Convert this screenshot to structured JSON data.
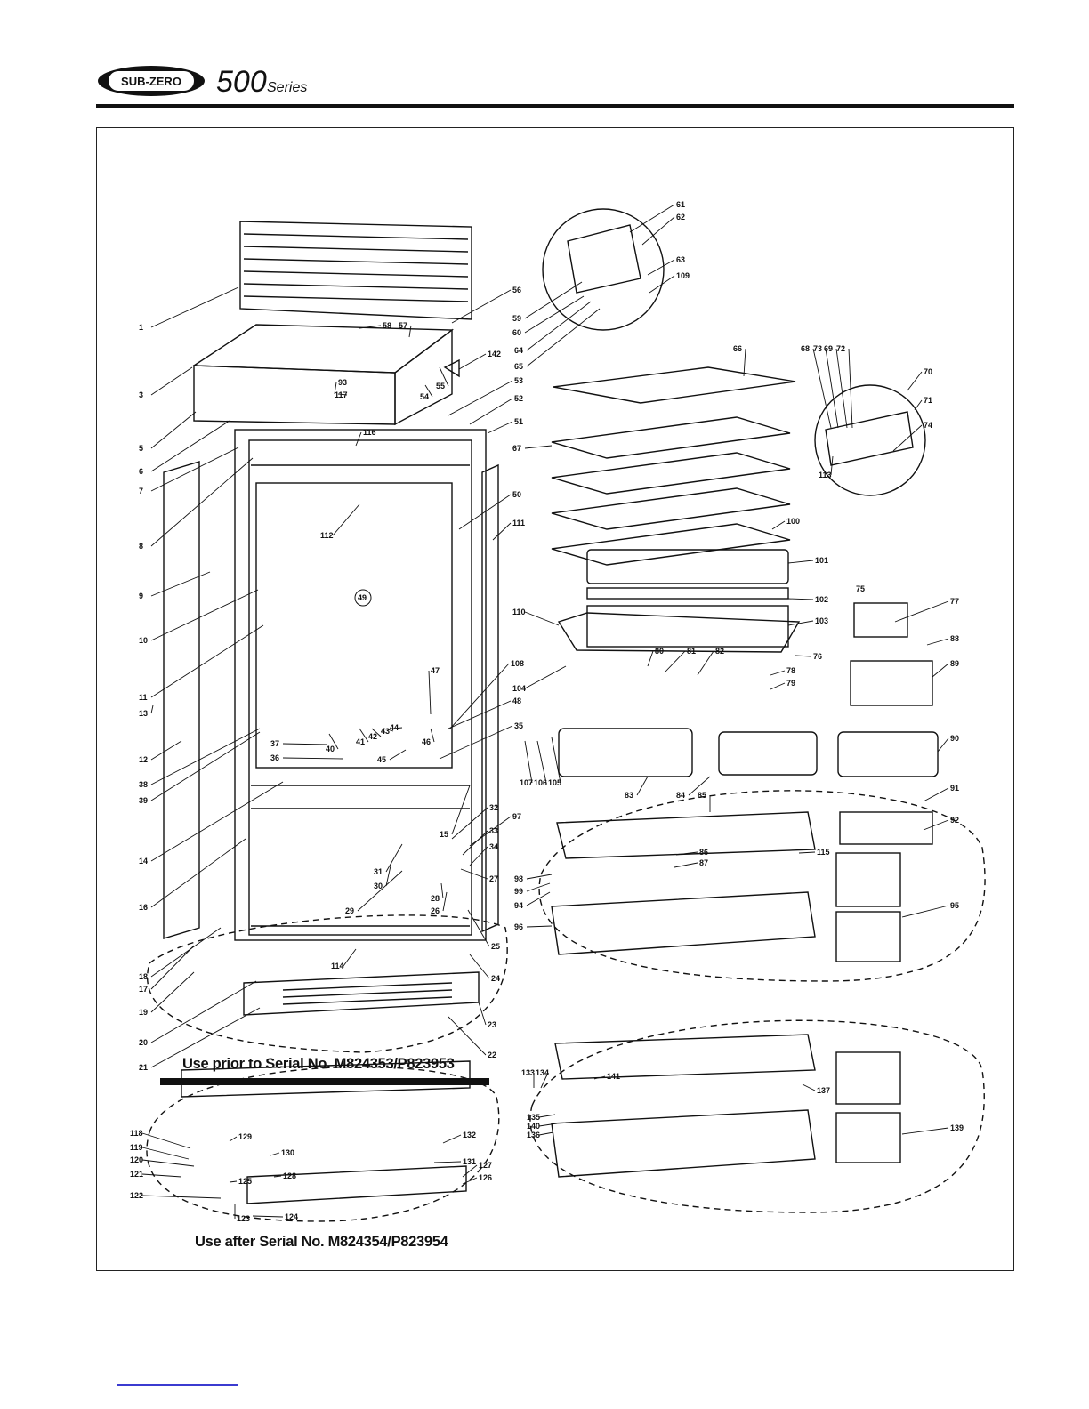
{
  "header": {
    "brand": "SUB-ZERO",
    "series": "500",
    "series_word": "Series"
  },
  "captions": {
    "prior": "Use prior to Serial No. M824353/P823953",
    "after": "Use after Serial No. M824354/P823954"
  },
  "callouts": [
    {
      "label": "1"
    },
    {
      "label": "3"
    },
    {
      "label": "5"
    },
    {
      "label": "6"
    },
    {
      "label": "7"
    },
    {
      "label": "8"
    },
    {
      "label": "9"
    },
    {
      "label": "10"
    },
    {
      "label": "11"
    },
    {
      "label": "12"
    },
    {
      "label": "13"
    },
    {
      "label": "14"
    },
    {
      "label": "15"
    },
    {
      "label": "16"
    },
    {
      "label": "17"
    },
    {
      "label": "18"
    },
    {
      "label": "19"
    },
    {
      "label": "20"
    },
    {
      "label": "21"
    },
    {
      "label": "22"
    },
    {
      "label": "23"
    },
    {
      "label": "24"
    },
    {
      "label": "25"
    },
    {
      "label": "26"
    },
    {
      "label": "27"
    },
    {
      "label": "28"
    },
    {
      "label": "29"
    },
    {
      "label": "30"
    },
    {
      "label": "31"
    },
    {
      "label": "32"
    },
    {
      "label": "33"
    },
    {
      "label": "34"
    },
    {
      "label": "35"
    },
    {
      "label": "36"
    },
    {
      "label": "37"
    },
    {
      "label": "38"
    },
    {
      "label": "39"
    },
    {
      "label": "40"
    },
    {
      "label": "41"
    },
    {
      "label": "42"
    },
    {
      "label": "43"
    },
    {
      "label": "44"
    },
    {
      "label": "45"
    },
    {
      "label": "46"
    },
    {
      "label": "47"
    },
    {
      "label": "48"
    },
    {
      "label": "49"
    },
    {
      "label": "50"
    },
    {
      "label": "51"
    },
    {
      "label": "52"
    },
    {
      "label": "53"
    },
    {
      "label": "54"
    },
    {
      "label": "55"
    },
    {
      "label": "56"
    },
    {
      "label": "57"
    },
    {
      "label": "58"
    },
    {
      "label": "59"
    },
    {
      "label": "60"
    },
    {
      "label": "61"
    },
    {
      "label": "62"
    },
    {
      "label": "63"
    },
    {
      "label": "64"
    },
    {
      "label": "65"
    },
    {
      "label": "66"
    },
    {
      "label": "67"
    },
    {
      "label": "68"
    },
    {
      "label": "69"
    },
    {
      "label": "70"
    },
    {
      "label": "71"
    },
    {
      "label": "72"
    },
    {
      "label": "73"
    },
    {
      "label": "74"
    },
    {
      "label": "75"
    },
    {
      "label": "76"
    },
    {
      "label": "77"
    },
    {
      "label": "78"
    },
    {
      "label": "79"
    },
    {
      "label": "80"
    },
    {
      "label": "81"
    },
    {
      "label": "82"
    },
    {
      "label": "83"
    },
    {
      "label": "84"
    },
    {
      "label": "85"
    },
    {
      "label": "86"
    },
    {
      "label": "87"
    },
    {
      "label": "88"
    },
    {
      "label": "89"
    },
    {
      "label": "90"
    },
    {
      "label": "91"
    },
    {
      "label": "92"
    },
    {
      "label": "93"
    },
    {
      "label": "94"
    },
    {
      "label": "95"
    },
    {
      "label": "96"
    },
    {
      "label": "97"
    },
    {
      "label": "98"
    },
    {
      "label": "99"
    },
    {
      "label": "100"
    },
    {
      "label": "101"
    },
    {
      "label": "102"
    },
    {
      "label": "103"
    },
    {
      "label": "104"
    },
    {
      "label": "105"
    },
    {
      "label": "106"
    },
    {
      "label": "107"
    },
    {
      "label": "108"
    },
    {
      "label": "109"
    },
    {
      "label": "110"
    },
    {
      "label": "111"
    },
    {
      "label": "112"
    },
    {
      "label": "113"
    },
    {
      "label": "114"
    },
    {
      "label": "115"
    },
    {
      "label": "116"
    },
    {
      "label": "117"
    },
    {
      "label": "118"
    },
    {
      "label": "119"
    },
    {
      "label": "120"
    },
    {
      "label": "121"
    },
    {
      "label": "122"
    },
    {
      "label": "123"
    },
    {
      "label": "124"
    },
    {
      "label": "125"
    },
    {
      "label": "126"
    },
    {
      "label": "127"
    },
    {
      "label": "128"
    },
    {
      "label": "129"
    },
    {
      "label": "130"
    },
    {
      "label": "131"
    },
    {
      "label": "132"
    },
    {
      "label": "133"
    },
    {
      "label": "134"
    },
    {
      "label": "135"
    },
    {
      "label": "136"
    },
    {
      "label": "137"
    },
    {
      "label": "139"
    },
    {
      "label": "140"
    },
    {
      "label": "141"
    },
    {
      "label": "142"
    }
  ]
}
